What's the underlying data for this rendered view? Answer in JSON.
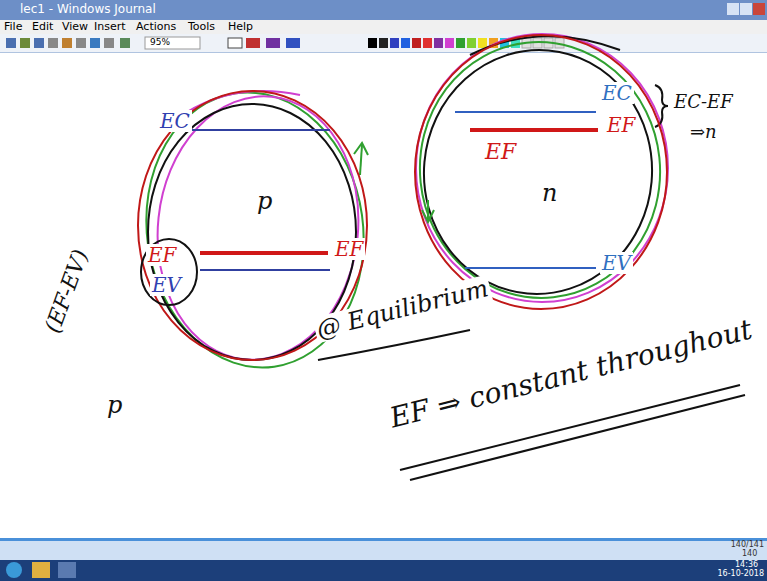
{
  "diagram": {
    "nodes": [
      {
        "text": [
          "EC",
          "p",
          "EF"
        ]
      },
      {
        "text": [
          "EF",
          "EV"
        ],
        "in": 0
      },
      {
        "text": [
          "EC",
          "EF",
          "EF",
          "n",
          "EV"
        ]
      }
    ],
    "labels": [
      "lec1 - Windows Journal",
      "File",
      "Edit",
      "View",
      "Insert",
      "Actions",
      "Tools",
      "Help",
      "95%",
      "(EF-EV)",
      "p",
      "EC-EF",
      "⇒n",
      "@ Equilibrium",
      "EF ⇒ constant throughout",
      "140/141",
      "140",
      "14:36",
      "16-10-2018"
    ]
  }
}
